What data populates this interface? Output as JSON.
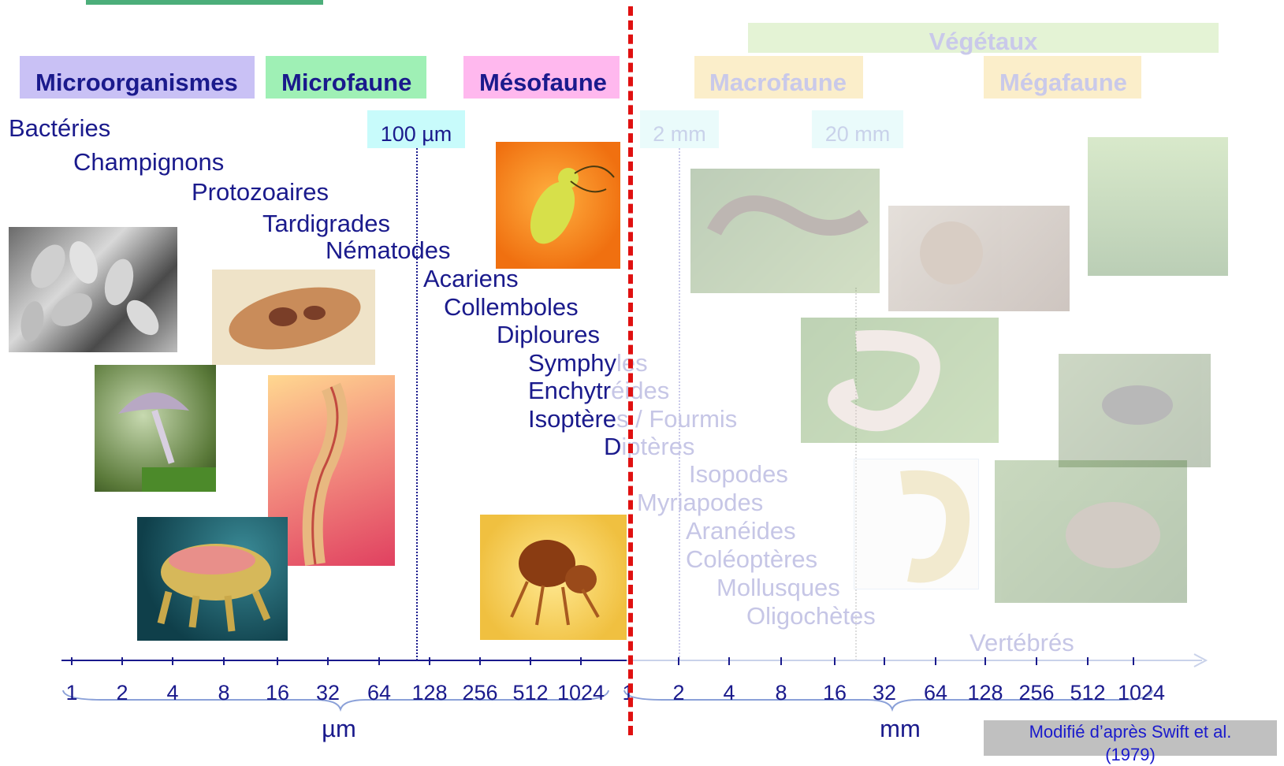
{
  "categories": {
    "microorganismes": "Microorganismes",
    "microfaune": "Microfaune",
    "mesofaune": "Mésofaune",
    "macrofaune": "Macrofaune",
    "megafaune": "Mégafaune",
    "vegetaux": "Végétaux"
  },
  "size_markers": {
    "m100um": "100 µm",
    "m2mm": "2 mm",
    "m20mm": "20 mm"
  },
  "organisms": {
    "bacteries": "Bactéries",
    "champignons": "Champignons",
    "protozoaires": "Protozoaires",
    "tardigrades": "Tardigrades",
    "nematodes": "Nématodes",
    "acariens": "Acariens",
    "collemboles": "Collemboles",
    "diploures": "Diploures",
    "symphyles_a": "Symphy",
    "symphyles_b": "les",
    "enchytreides_a": "Enchytr",
    "enchytreides_b": "éides",
    "isopteres_a": "Isoptère",
    "isopteres_b": "s / Fourmis",
    "dipteres_a": "D",
    "dipteres_b": "iptères",
    "isopodes": "Isopodes",
    "myriapodes": "Myriapodes",
    "araneides": "Aranéides",
    "coleopteres": "Coléoptères",
    "mollusques": "Mollusques",
    "oligochetes": "Oligochètes",
    "vertebres": "Vertébrés"
  },
  "axis": {
    "um_ticks": [
      "1",
      "2",
      "4",
      "8",
      "16",
      "32",
      "64",
      "128",
      "256",
      "512",
      "1024"
    ],
    "mm_ticks": [
      "1",
      "2",
      "4",
      "8",
      "16",
      "32",
      "64",
      "128",
      "256",
      "512",
      "1024"
    ],
    "um_unit": "µm",
    "mm_unit": "mm"
  },
  "credit": {
    "line1": "Modifié d’après Swift et al.",
    "line2": "(1979)"
  },
  "colors": {
    "text": "#1a1a8c",
    "microorganismes_bg": "#c9c1f5",
    "microfaune_bg": "#9ff0b5",
    "mesofaune_bg": "#ffb8ee",
    "macrofaune_bg": "#fbeeca",
    "megafaune_bg": "#fbeeca",
    "vegetaux_bg": "#e4f3d5",
    "divider": "#e01010"
  }
}
